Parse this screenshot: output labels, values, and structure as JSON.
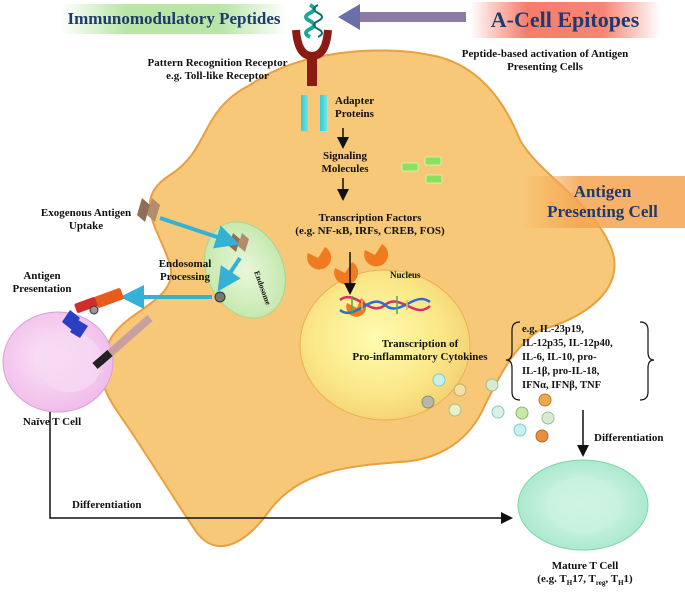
{
  "banners": {
    "peptides": "Immunomodulatory Peptides",
    "epitopes": "A-Cell Epitopes",
    "apc_line1": "Antigen",
    "apc_line2": "Presenting Cell"
  },
  "subtitle": {
    "line1": "Peptide-based activation of Antigen",
    "line2": "Presenting Cells"
  },
  "labels": {
    "prr_line1": "Pattern Recognition Receptor",
    "prr_line2": "e.g. Toll-like Receptor",
    "adapter_line1": "Adapter",
    "adapter_line2": "Proteins",
    "signaling_line1": "Signaling",
    "signaling_line2": "Molecules",
    "tf_line1": "Transcription Factors",
    "tf_line2": "(e.g. NF-κB, IRFs, CREB, FOS)",
    "nucleus": "Nucleus",
    "transcription_line1": "Transcription of",
    "transcription_line2": "Pro-inflammatory Cytokines",
    "exogenous_line1": "Exogenous Antigen",
    "exogenous_line2": "Uptake",
    "endosomal_line1": "Endosomal",
    "endosomal_line2": "Processing",
    "endosome": "Endosome",
    "presentation_line1": "Antigen",
    "presentation_line2": "Presentation",
    "naive_t_cell": "Naïve T Cell",
    "differentiation_bottom": "Differentiation",
    "differentiation_right": "Differentiation",
    "mature_line1": "Mature T Cell",
    "mature_line2_prefix": "(e.g. T",
    "mature_h": "H",
    "mature_17": "17, T",
    "mature_reg": "reg",
    "mature_comma": ", T",
    "mature_h2": "H",
    "mature_end": "1)"
  },
  "cytokines": [
    "e.g. IL-23p19,",
    "IL-12p35, IL-12p40,",
    "IL-6, IL-10, pro-",
    "IL-1β, pro-IL-18,",
    "IFNα, IFNβ, TNF"
  ],
  "colors": {
    "apc_fill": "#f8c879",
    "apc_stroke": "#e8a040",
    "arrow_blue": "#35b1d6",
    "receptor": "#8b1a14",
    "adapter": "#3fd3d8",
    "mature_cell": "#bff0da",
    "naive_cell": "#f3c8ee"
  }
}
